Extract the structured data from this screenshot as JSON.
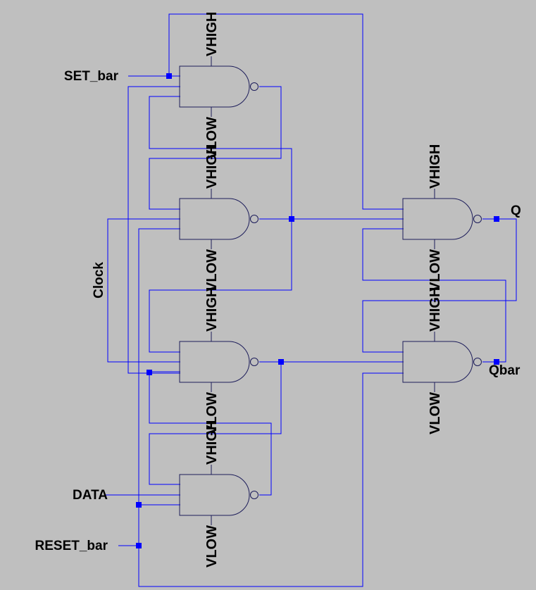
{
  "schematic": {
    "inputs": {
      "set_bar": "SET_bar",
      "clock": "Clock",
      "data": "DATA",
      "reset_bar": "RESET_bar"
    },
    "outputs": {
      "q": "Q",
      "qbar": "Qbar"
    },
    "power": {
      "vhigh": "VHIGH",
      "vlow": "VLOW"
    },
    "colors": {
      "background": "#bfbfbf",
      "wire": "#0000ff",
      "gate_outline": "#1c1c5a",
      "text": "#000000"
    },
    "gates": [
      {
        "id": "nand-1",
        "type": "nand3"
      },
      {
        "id": "nand-2",
        "type": "nand3"
      },
      {
        "id": "nand-3",
        "type": "nand3"
      },
      {
        "id": "nand-4",
        "type": "nand3"
      },
      {
        "id": "nand-5",
        "type": "nand3"
      },
      {
        "id": "nand-6",
        "type": "nand3"
      }
    ]
  }
}
